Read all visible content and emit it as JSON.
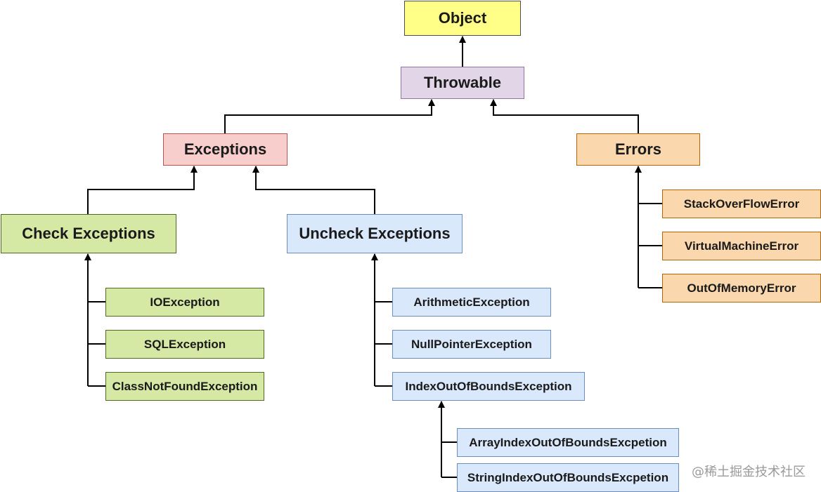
{
  "nodes": {
    "object": "Object",
    "throwable": "Throwable",
    "exceptions": "Exceptions",
    "errors": "Errors",
    "check_exceptions": "Check Exceptions",
    "uncheck_exceptions": "Uncheck Exceptions",
    "io_exception": "IOException",
    "sql_exception": "SQLException",
    "class_not_found_exception": "ClassNotFoundException",
    "arithmetic_exception": "ArithmeticException",
    "null_pointer_exception": "NullPointerException",
    "index_out_of_bounds_exception": "IndexOutOfBoundsException",
    "array_index_out_of_bounds": "ArrayIndexOutOfBoundsExcpetion",
    "string_index_out_of_bounds": "StringIndexOutOfBoundsExcpetion",
    "stack_overflow_error": "StackOverFlowError",
    "virtual_machine_error": "VirtualMachineError",
    "out_of_memory_error": "OutOfMemoryError"
  },
  "watermark": "@稀土掘金技术社区",
  "colors": {
    "object": "#ffff88",
    "throwable": "#e1d5e7",
    "exceptions": "#f8cecc",
    "errors": "#fad7ac",
    "checked": "#d5e8a4",
    "unchecked": "#dae8fc",
    "error_children": "#fad7ac",
    "connector": "#000000"
  }
}
